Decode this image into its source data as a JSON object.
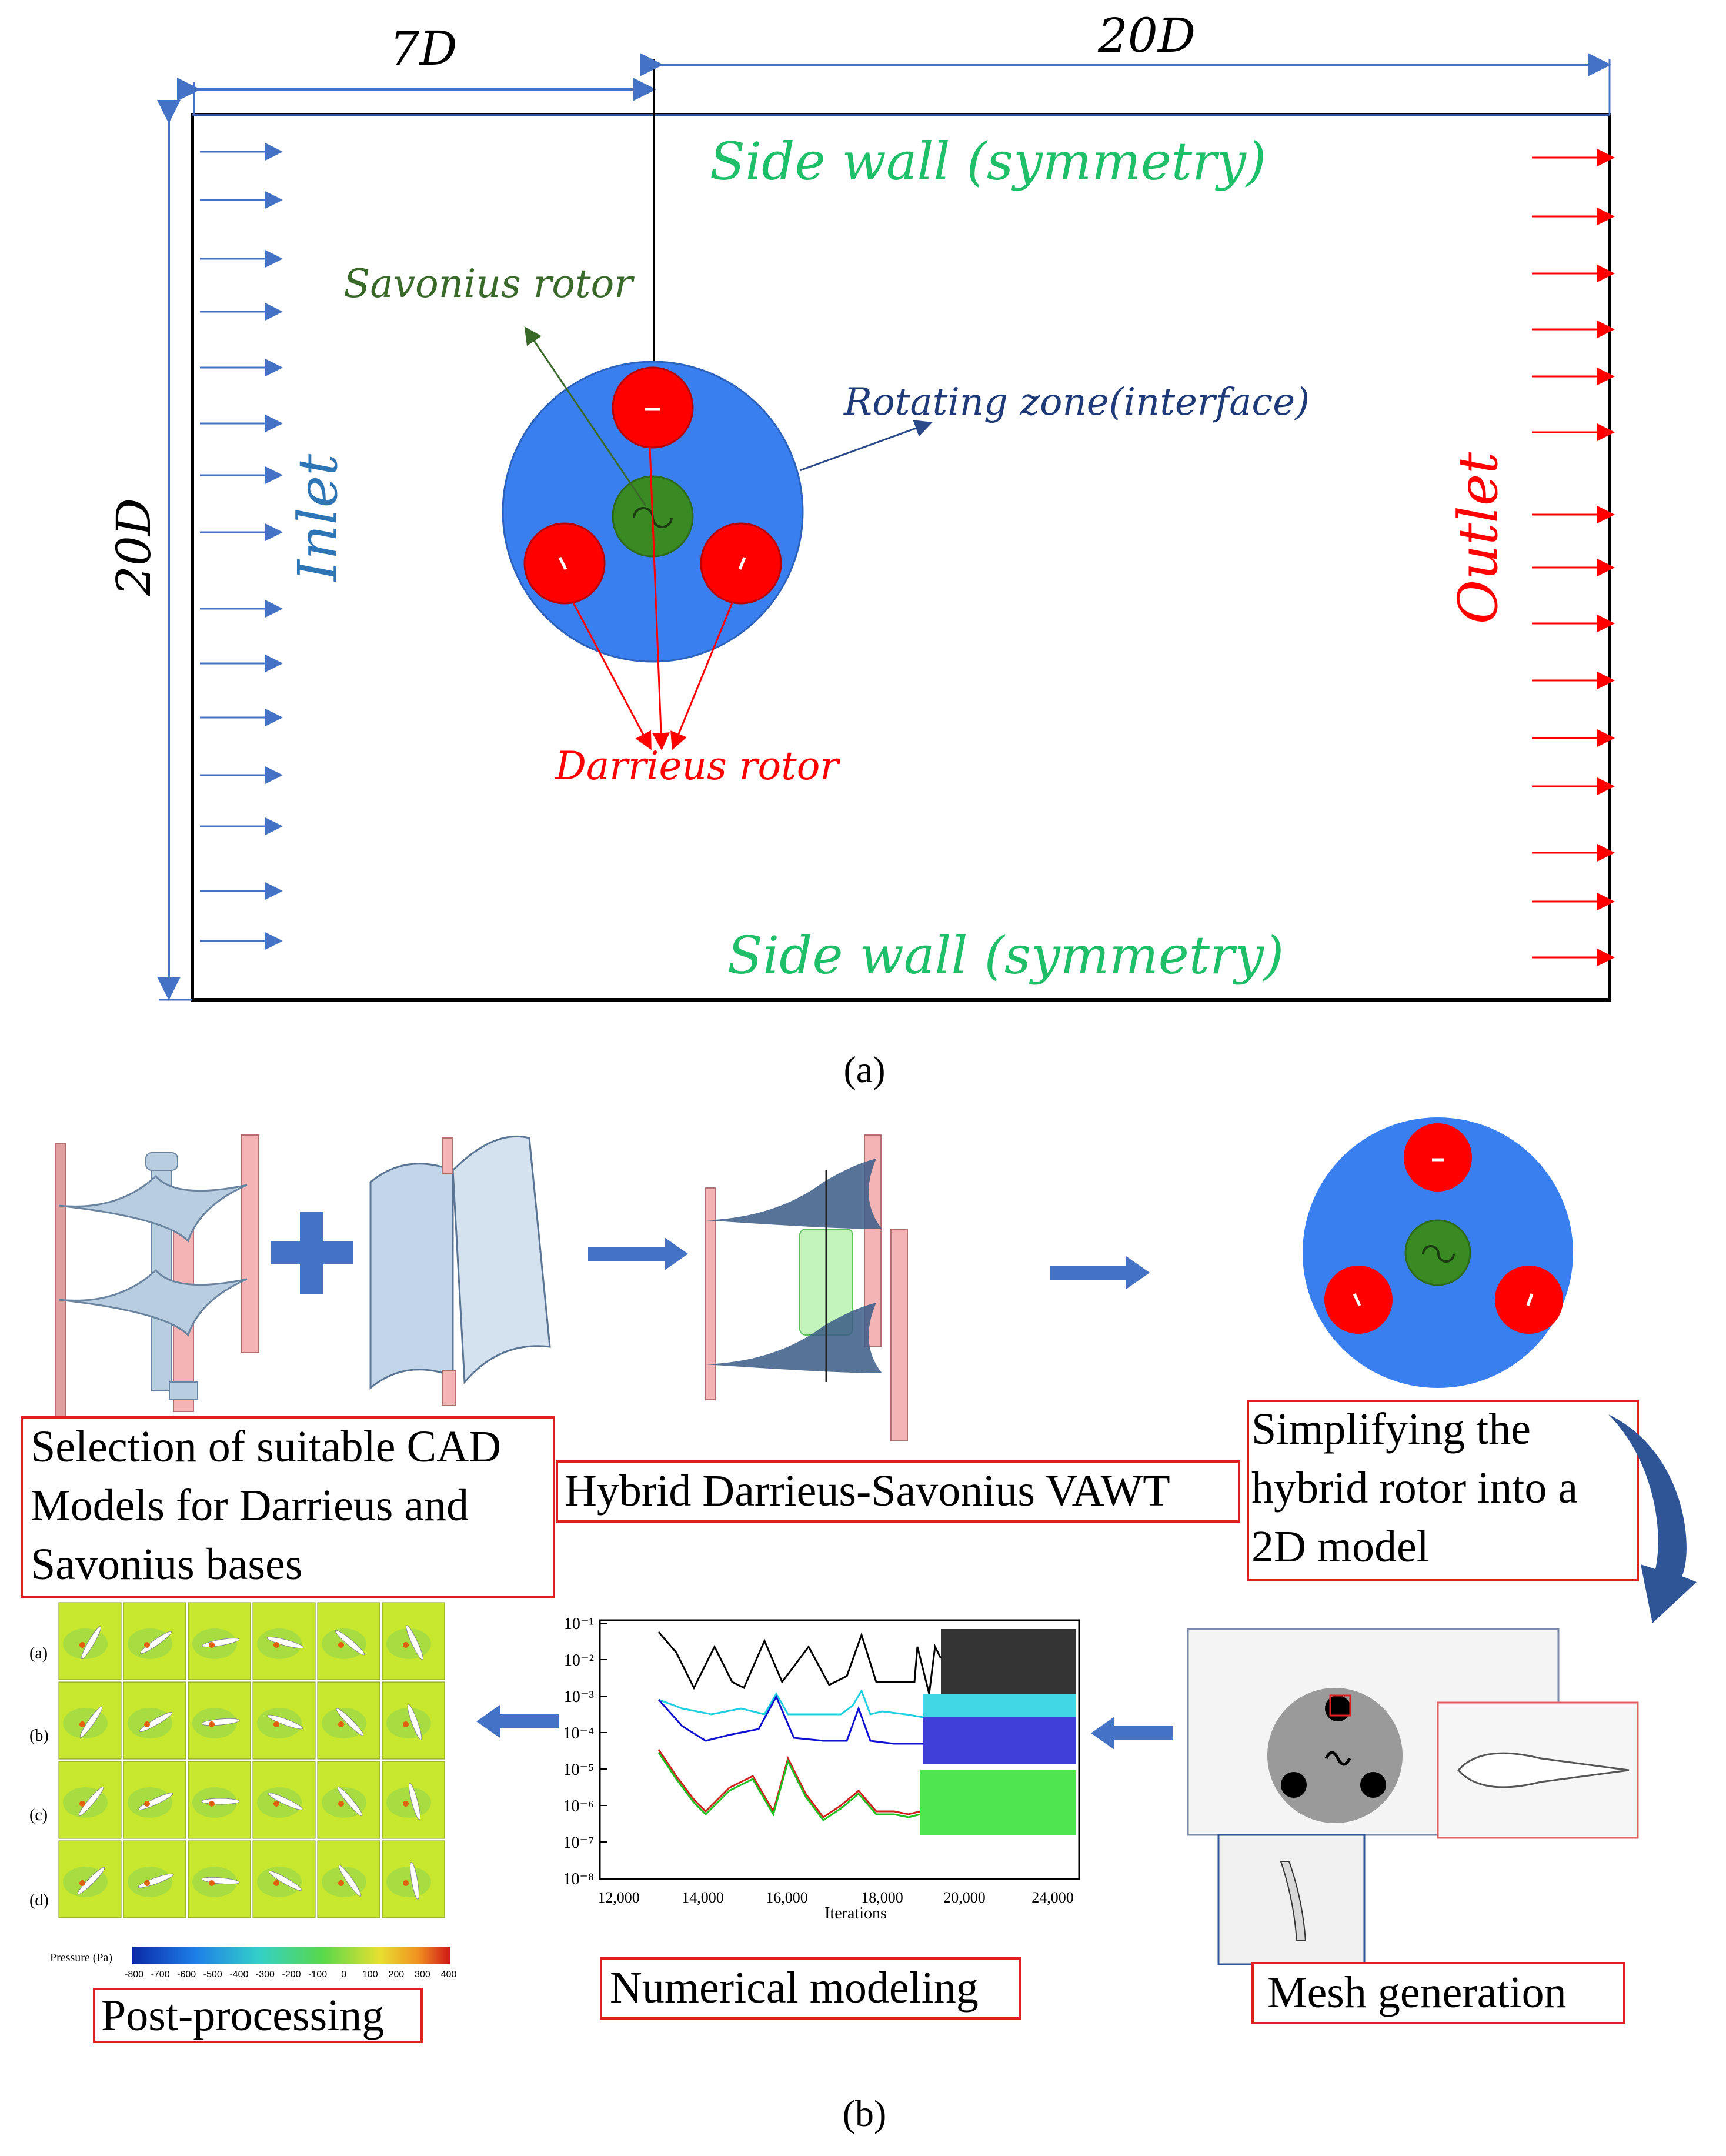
{
  "panel_a": {
    "dim_7d": "7D",
    "dim_20d_top": "20D",
    "dim_20d_left": "20D",
    "side_wall_top": "Side wall (symmetry)",
    "side_wall_bottom": "Side wall (symmetry)",
    "savonius_label": "Savonius rotor",
    "rotating_zone_label": "Rotating zone(interface)",
    "inlet_label": "Inlet",
    "outlet_label": "Outlet",
    "darrieus_label": "Darrieus rotor",
    "caption": "(a)",
    "colors": {
      "inlet_arrow": "#4472c4",
      "outlet_arrow": "#ff0000",
      "green_text": "#1fbf6a",
      "domain_blue": "#3a7ff0",
      "rotor_red": "#ff0000",
      "savonius_green": "#3a8a24"
    }
  },
  "panel_b": {
    "cad_models_label": [
      "Selection of suitable CAD",
      "Models for Darrieus and",
      "Savonius bases"
    ],
    "hybrid_label": "Hybrid Darrieus-Savonius VAWT",
    "simplify_label": [
      "Simplifying the",
      "hybrid rotor into a",
      "2D model"
    ],
    "mesh_label": "Mesh generation",
    "numerical_label": "Numerical modeling",
    "post_label": "Post-processing",
    "caption": "(b)",
    "residual_plot": {
      "y_ticks": [
        "10⁻¹",
        "10⁻²",
        "10⁻³",
        "10⁻⁴",
        "10⁻⁵",
        "10⁻⁶",
        "10⁻⁷",
        "10⁻⁸"
      ],
      "x_ticks": [
        "12,000",
        "14,000",
        "16,000",
        "18,000",
        "20,000",
        "24,000"
      ],
      "xlabel": "Iterations"
    },
    "contour_plot": {
      "row_labels": [
        "(a)",
        "(b)",
        "(c)",
        "(d)"
      ],
      "legend_title": "Pressure (Pa)",
      "legend_ticks": [
        "-800",
        "-700",
        "-600",
        "-500",
        "-400",
        "-300",
        "-200",
        "-100",
        "0",
        "100",
        "200",
        "300",
        "400"
      ]
    }
  }
}
